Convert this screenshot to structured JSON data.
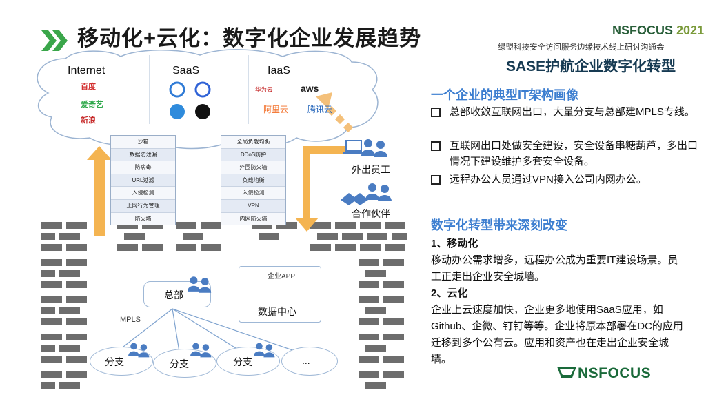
{
  "title": "移动化+云化：数字化企业发展趋势",
  "brand_top": {
    "name": "NSFOCUS",
    "year": "2021"
  },
  "event_subtitle": "绿盟科技安全访问服务边缘技术线上研讨沟通会",
  "event_title": "SASE护航企业数字化转型",
  "diagram": {
    "cloud_columns": [
      {
        "label": "Internet",
        "providers": [
          "百度",
          "爱奇艺",
          "新浪"
        ]
      },
      {
        "label": "SaaS",
        "providers": []
      },
      {
        "label": "IaaS",
        "providers": [
          "华为云",
          "aws",
          "阿里云",
          "腾讯云"
        ]
      }
    ],
    "security_stack_left": [
      "沙箱",
      "数据防泄漏",
      "防病毒",
      "URL过滤",
      "入侵检测",
      "上网行为管理",
      "防火墙"
    ],
    "security_stack_right": [
      "全局负载均衡",
      "DDoS防护",
      "外围防火墙",
      "负载均衡",
      "入侵检测",
      "VPN",
      "内网防火墙"
    ],
    "remote_employee": "外出员工",
    "partner": "合作伙伴",
    "hq": "总部",
    "datacenter_app": "企业APP",
    "datacenter": "数据中心",
    "mpls": "MPLS",
    "branches": [
      "分支",
      "分支",
      "分支",
      "..."
    ]
  },
  "section1": {
    "heading": "一个企业的典型IT架构画像",
    "bullets": [
      "总部收敛互联网出口，大量分支与总部建MPLS专线。",
      "互联网出口处做安全建设，安全设备串糖葫芦，多出口情况下建设维护多套安全设备。",
      "远程办公人员通过VPN接入公司内网办公。"
    ]
  },
  "section2": {
    "heading": "数字化转型带来深刻改变",
    "item1_title": "1、移动化",
    "item1_text": "移动办公需求增多，远程办公成为重要IT建设场景。员工正走出企业安全城墙。",
    "item2_title": "2、云化",
    "item2_text": "企业上云速度加快，企业更多地使用SaaS应用，如Github、企微、钉钉等等。企业将原本部署在DC的应用迁移到多个公有云。应用和资产也在走出企业安全城墙。"
  },
  "brand_bottom": "NSFOCUS",
  "colors": {
    "accent_blue": "#3c7ed0",
    "arrow_orange": "#f4b451",
    "brick": "#6e6e6e",
    "green": "#2ea84a"
  }
}
